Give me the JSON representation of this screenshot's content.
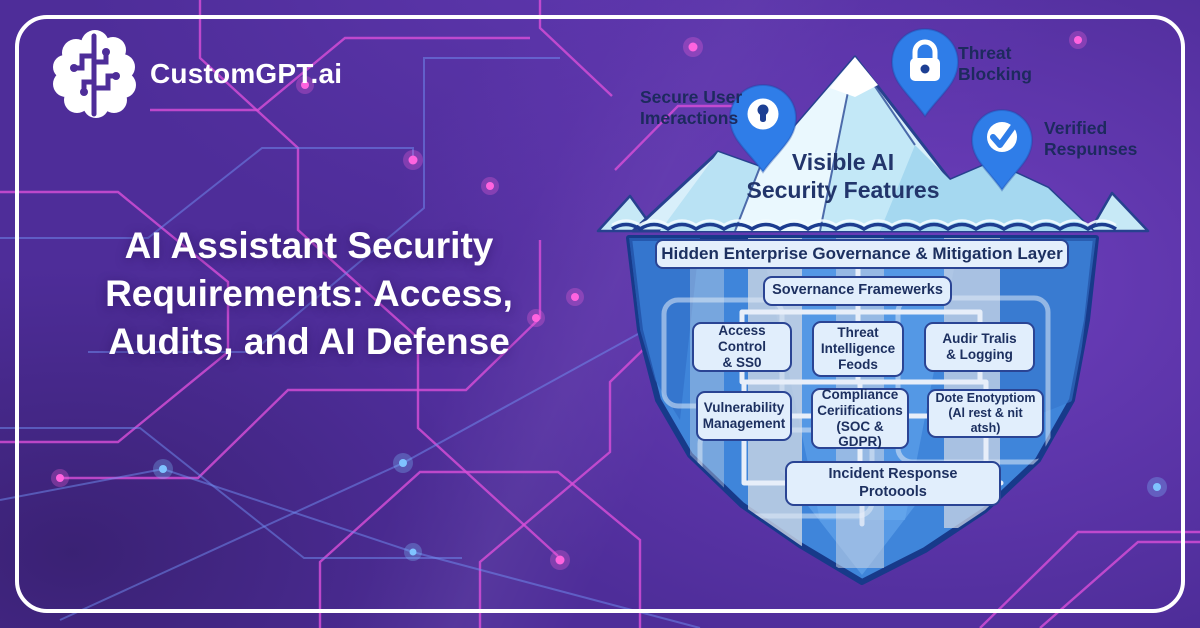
{
  "brand": {
    "name": "CustomGPT.ai",
    "logo_icon": "brain-circuit-icon"
  },
  "title": {
    "text": "AI Assistant Security\nRequirements: Access,\nAudits, and AI Defense"
  },
  "diagram": {
    "surface_label": "Visible AI\nSecurity Features",
    "governance_banner": "Hidden Enterprise Governance & Mitigation Layer",
    "pins": [
      {
        "id": "secure-user",
        "icon": "keyhole-icon",
        "label": "Secure User\nImeractions"
      },
      {
        "id": "threat-blocking",
        "icon": "padlock-icon",
        "label": "Threat\nBlocking"
      },
      {
        "id": "verified-responses",
        "icon": "checkmark-icon",
        "label": "Verified\nRespunses"
      }
    ],
    "boxes": [
      {
        "label": "Sovernance Framewerks"
      },
      {
        "label": "Access Control\n& SS0"
      },
      {
        "label": "Threat\nIntelligence\nFeods"
      },
      {
        "label": "Audir Tralis\n& Logging"
      },
      {
        "label": "Vulnerability\nManagement"
      },
      {
        "label": "Compliance\nCeriifications\n(SOC & GDPR)"
      },
      {
        "label": "Dote Enotyptiom\n(Al rest & nit atsh)"
      },
      {
        "label": "Incident Response\nProtoools"
      }
    ]
  },
  "colors": {
    "background_purple": "#4e2d99",
    "circuit_pink": "#d94fd8",
    "circuit_blue": "#6f8df2",
    "pin_blue": "#2f7de8",
    "iceberg_above": "#d8effa",
    "iceberg_below": "#3f85da",
    "outline_navy": "#27418f",
    "box_background": "#e1eefc",
    "text_navy": "#1d3060",
    "text_white": "#ffffff"
  }
}
